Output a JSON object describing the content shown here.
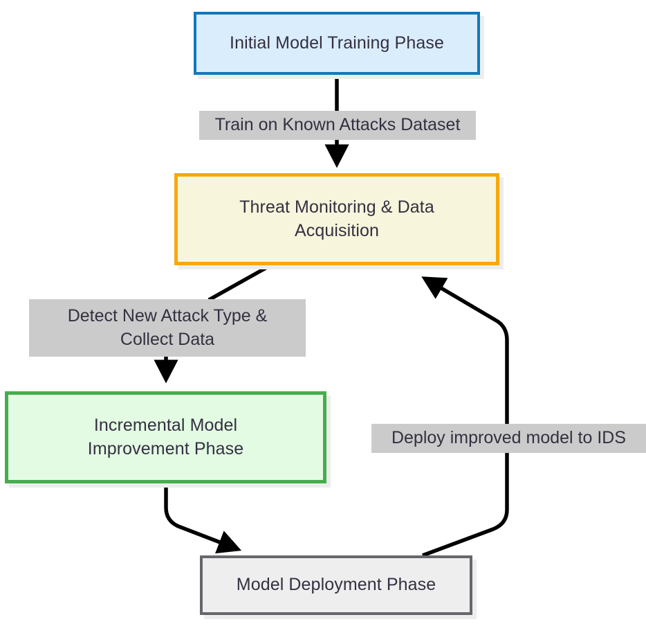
{
  "diagram": {
    "title": "Incremental IDS model improvement lifecycle flowchart",
    "background": "#ffffff",
    "nodes": [
      {
        "id": "initial-model-training-phase",
        "label": "Initial Model Training Phase",
        "border_color": "#1078bd",
        "fill_color": "#daedfd"
      },
      {
        "id": "threat-monitoring-data-acquisition",
        "label": "Threat Monitoring & Data\nAcquisition",
        "border_color": "#f6a90d",
        "fill_color": "#f7f5dc"
      },
      {
        "id": "incremental-model-improvement-phase",
        "label": "Incremental Model\nImprovement Phase",
        "border_color": "#46ad4d",
        "fill_color": "#e3fbe3"
      },
      {
        "id": "model-deployment-phase",
        "label": "Model Deployment Phase",
        "border_color": "#66666c",
        "fill_color": "#eeeeee"
      }
    ],
    "edge_labels": [
      {
        "id": "train-on-known-attacks-dataset",
        "label": "Train on Known Attacks Dataset",
        "background": "#cbcbcb"
      },
      {
        "id": "detect-new-attack-type-collect-data",
        "label": "Detect New Attack Type &\nCollect Data",
        "background": "#cbcbcb"
      },
      {
        "id": "deploy-improved-model-to-ids",
        "label": "Deploy improved model to IDS",
        "background": "#cbcbcb"
      }
    ],
    "edge_color": "#000000",
    "text_color": "#343041"
  }
}
